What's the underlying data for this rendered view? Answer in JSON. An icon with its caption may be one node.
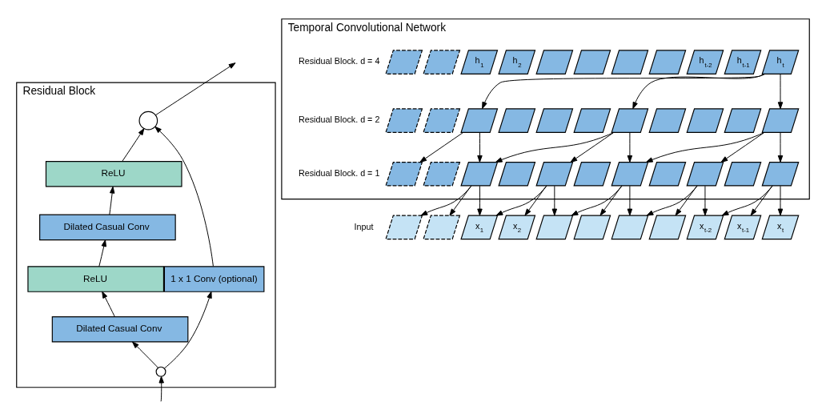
{
  "diagram": {
    "nodes": [
      {
        "text": [
          "Residual Block"
        ]
      },
      {
        "text": [],
        "shape": "circle",
        "in": 0
      },
      {
        "text": [
          "ReLU"
        ],
        "in": 0
      },
      {
        "text": [
          "Dilated Casual Conv"
        ],
        "in": 0
      },
      {
        "text": [
          "ReLU"
        ],
        "in": 0
      },
      {
        "text": [
          "Dilated Casual Conv"
        ],
        "in": 0
      },
      {
        "text": [
          "1 x 1 Conv (optional)"
        ],
        "in": 0
      },
      {
        "text": [],
        "shape": "circle",
        "in": 0
      },
      {
        "text": [
          "Temporal Convolutional Network"
        ]
      },
      {
        "text": [],
        "shape": "parallelogram",
        "in": 8,
        "beside": [
          "Residual Block. d = 4"
        ]
      },
      {
        "text": [],
        "shape": "parallelogram",
        "in": 8
      },
      {
        "text": [
          "h$_{1}$"
        ],
        "in": 8
      },
      {
        "text": [
          "h$_{2}$"
        ],
        "in": 8
      },
      {
        "text": [],
        "shape": "parallelogram",
        "in": 8
      },
      {
        "text": [],
        "shape": "parallelogram",
        "in": 8
      },
      {
        "text": [],
        "shape": "parallelogram",
        "in": 8
      },
      {
        "text": [],
        "shape": "parallelogram",
        "in": 8
      },
      {
        "text": [
          "h$_{t-2}$"
        ],
        "in": 8
      },
      {
        "text": [
          "h$_{t-1}$"
        ],
        "in": 8
      },
      {
        "text": [
          "h$_{t}$"
        ],
        "in": 8
      },
      {
        "text": [],
        "shape": "parallelogram",
        "in": 8,
        "beside": [
          "Residual Block. d = 2"
        ]
      },
      {
        "text": [],
        "shape": "parallelogram",
        "in": 8
      },
      {
        "text": [],
        "shape": "parallelogram",
        "in": 8
      },
      {
        "text": [],
        "shape": "parallelogram",
        "in": 8
      },
      {
        "text": [],
        "shape": "parallelogram",
        "in": 8
      },
      {
        "text": [],
        "shape": "parallelogram",
        "in": 8
      },
      {
        "text": [],
        "shape": "parallelogram",
        "in": 8
      },
      {
        "text": [],
        "shape": "parallelogram",
        "in": 8
      },
      {
        "text": [],
        "shape": "parallelogram",
        "in": 8
      },
      {
        "text": [],
        "shape": "parallelogram",
        "in": 8
      },
      {
        "text": [],
        "shape": "parallelogram",
        "in": 8
      },
      {
        "text": [],
        "shape": "parallelogram",
        "in": 8,
        "beside": [
          "Residual Block. d = 1"
        ]
      },
      {
        "text": [],
        "shape": "parallelogram",
        "in": 8
      },
      {
        "text": [],
        "shape": "parallelogram",
        "in": 8
      },
      {
        "text": [],
        "shape": "parallelogram",
        "in": 8
      },
      {
        "text": [],
        "shape": "parallelogram",
        "in": 8
      },
      {
        "text": [],
        "shape": "parallelogram",
        "in": 8
      },
      {
        "text": [],
        "shape": "parallelogram",
        "in": 8
      },
      {
        "text": [],
        "shape": "parallelogram",
        "in": 8
      },
      {
        "text": [],
        "shape": "parallelogram",
        "in": 8
      },
      {
        "text": [],
        "shape": "parallelogram",
        "in": 8
      },
      {
        "text": [],
        "shape": "parallelogram",
        "in": 8
      },
      {
        "text": [],
        "shape": "parallelogram",
        "beside": [
          "Input"
        ]
      },
      {
        "text": [],
        "shape": "parallelogram"
      },
      {
        "text": [
          "x$_{1}$"
        ]
      },
      {
        "text": [
          "x$_{2}$"
        ]
      },
      {
        "text": [],
        "shape": "parallelogram"
      },
      {
        "text": [],
        "shape": "parallelogram"
      },
      {
        "text": [],
        "shape": "parallelogram"
      },
      {
        "text": [],
        "shape": "parallelogram"
      },
      {
        "text": [
          "x$_{t-2}$"
        ]
      },
      {
        "text": [
          "x$_{t-1}$"
        ]
      },
      {
        "text": [
          "x$_{t}$"
        ]
      }
    ],
    "edges": [
      {
        "from": null,
        "to": 7,
        "arrow": "to"
      },
      {
        "from": 7,
        "to": 5,
        "arrow": "to"
      },
      {
        "from": 5,
        "to": 4,
        "arrow": "to"
      },
      {
        "from": 4,
        "to": 3,
        "arrow": "to"
      },
      {
        "from": 3,
        "to": 2,
        "arrow": "to"
      },
      {
        "from": 2,
        "to": 1,
        "arrow": "to"
      },
      {
        "from": 7,
        "to": 6,
        "arrow": "to"
      },
      {
        "from": 6,
        "to": 1,
        "arrow": "to"
      },
      {
        "from": 1,
        "to": null,
        "arrow": "to"
      },
      {
        "from": 19,
        "to": 22,
        "arrow": "to"
      },
      {
        "from": 19,
        "to": 26,
        "arrow": "to"
      },
      {
        "from": 19,
        "to": 30,
        "arrow": "to"
      },
      {
        "from": 22,
        "to": 31,
        "arrow": "to"
      },
      {
        "from": 22,
        "to": 33,
        "arrow": "to"
      },
      {
        "from": 26,
        "to": 33,
        "arrow": "to"
      },
      {
        "from": 26,
        "to": 35,
        "arrow": "to"
      },
      {
        "from": 26,
        "to": 37,
        "arrow": "to"
      },
      {
        "from": 30,
        "to": 37,
        "arrow": "to"
      },
      {
        "from": 30,
        "to": 39,
        "arrow": "to"
      },
      {
        "from": 30,
        "to": 41,
        "arrow": "to"
      },
      {
        "from": 33,
        "to": 42,
        "arrow": "to"
      },
      {
        "from": 33,
        "to": 43,
        "arrow": "to"
      },
      {
        "from": 33,
        "to": 44,
        "arrow": "to"
      },
      {
        "from": 35,
        "to": 44,
        "arrow": "to"
      },
      {
        "from": 35,
        "to": 45,
        "arrow": "to"
      },
      {
        "from": 35,
        "to": 46,
        "arrow": "to"
      },
      {
        "from": 37,
        "to": 46,
        "arrow": "to"
      },
      {
        "from": 37,
        "to": 47,
        "arrow": "to"
      },
      {
        "from": 37,
        "to": 48,
        "arrow": "to"
      },
      {
        "from": 39,
        "to": 48,
        "arrow": "to"
      },
      {
        "from": 39,
        "to": 49,
        "arrow": "to"
      },
      {
        "from": 39,
        "to": 50,
        "arrow": "to"
      },
      {
        "from": 41,
        "to": 50,
        "arrow": "to"
      },
      {
        "from": 41,
        "to": 51,
        "arrow": "to"
      },
      {
        "from": 41,
        "to": 52,
        "arrow": "to"
      }
    ]
  }
}
